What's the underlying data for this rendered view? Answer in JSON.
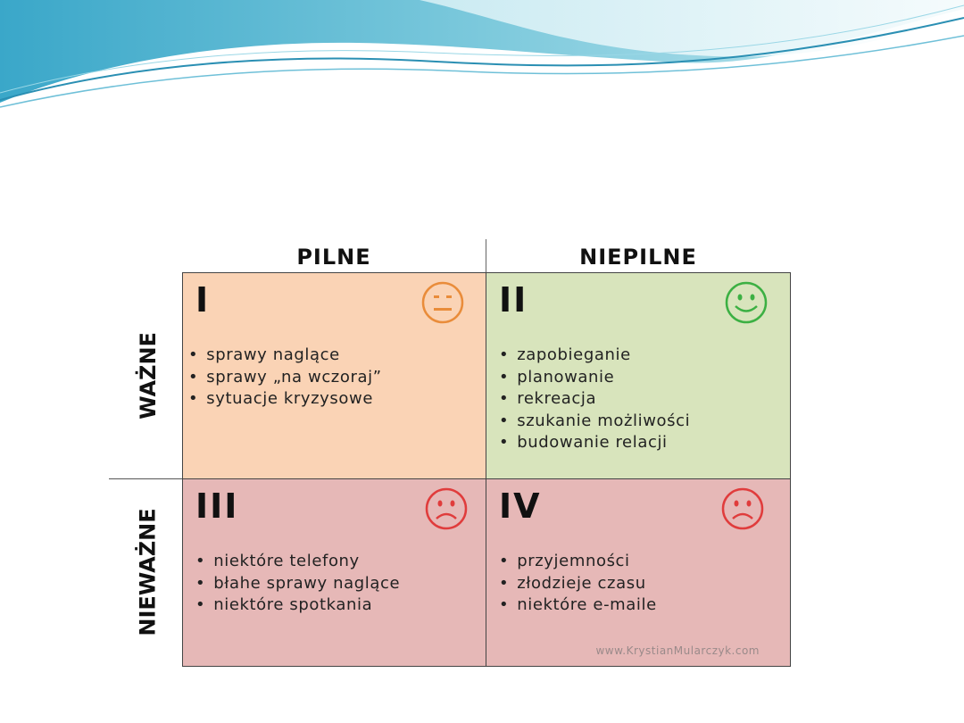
{
  "colors": {
    "q1": "#fad3b5",
    "q2": "#d8e4bc",
    "q3": "#e6b8b7",
    "q4": "#e6b8b7",
    "neutral_face": "#e98c3a",
    "happy_face": "#3cb043",
    "sad_face": "#e03c3c"
  },
  "headers": {
    "col1": "PILNE",
    "col2": "NIEPILNE",
    "row1": "WAŻNE",
    "row2": "NIEWAŻNE"
  },
  "quadrants": {
    "q1": {
      "numeral": "I",
      "face": "neutral-face-icon",
      "items": [
        "sprawy naglące",
        "sprawy „na wczoraj”",
        "sytuacje kryzysowe"
      ]
    },
    "q2": {
      "numeral": "II",
      "face": "happy-face-icon",
      "items": [
        "zapobieganie",
        "planowanie",
        "rekreacja",
        "szukanie możliwości",
        "budowanie relacji"
      ]
    },
    "q3": {
      "numeral": "III",
      "face": "sad-face-icon",
      "items": [
        "niektóre telefony",
        "błahe sprawy naglące",
        "niektóre spotkania"
      ]
    },
    "q4": {
      "numeral": "IV",
      "face": "sad-face-icon",
      "items": [
        "przyjemności",
        "złodzieje czasu",
        "niektóre e-maile"
      ]
    }
  },
  "watermark": "www.KrystianMularczyk.com"
}
